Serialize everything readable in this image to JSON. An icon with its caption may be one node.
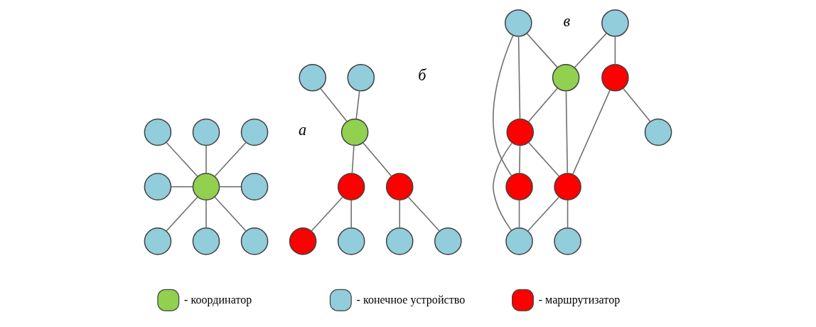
{
  "diagram": {
    "nodes": [
      {
        "text": [],
        "shape": "circle"
      },
      {
        "text": [],
        "shape": "circle"
      },
      {
        "text": [],
        "shape": "circle"
      },
      {
        "text": [],
        "shape": "circle"
      },
      {
        "text": [],
        "shape": "circle"
      },
      {
        "text": [],
        "shape": "circle"
      },
      {
        "text": [],
        "shape": "circle"
      },
      {
        "text": [],
        "shape": "circle"
      },
      {
        "text": [],
        "shape": "circle"
      },
      {
        "text": [],
        "shape": "circle"
      },
      {
        "text": [],
        "shape": "circle"
      },
      {
        "text": [],
        "shape": "circle"
      },
      {
        "text": [],
        "shape": "circle"
      },
      {
        "text": [],
        "shape": "circle"
      },
      {
        "text": [],
        "shape": "circle"
      },
      {
        "text": [],
        "shape": "circle"
      },
      {
        "text": [],
        "shape": "circle"
      },
      {
        "text": [],
        "shape": "circle"
      },
      {
        "text": [],
        "shape": "circle"
      },
      {
        "text": [],
        "shape": "circle"
      },
      {
        "text": [],
        "shape": "circle"
      },
      {
        "text": [],
        "shape": "circle"
      },
      {
        "text": [],
        "shape": "circle"
      },
      {
        "text": [],
        "shape": "circle"
      },
      {
        "text": [],
        "shape": "circle"
      },
      {
        "text": [],
        "shape": "circle"
      },
      {
        "text": [],
        "shape": "circle"
      },
      {
        "text": [],
        "shape": "circle"
      }
    ],
    "edges": [
      {
        "from": 0,
        "to": 4,
        "arrow": "none"
      },
      {
        "from": 1,
        "to": 4,
        "arrow": "none"
      },
      {
        "from": 2,
        "to": 4,
        "arrow": "none"
      },
      {
        "from": 3,
        "to": 4,
        "arrow": "none"
      },
      {
        "from": 4,
        "to": 5,
        "arrow": "none"
      },
      {
        "from": 4,
        "to": 6,
        "arrow": "none"
      },
      {
        "from": 4,
        "to": 7,
        "arrow": "none"
      },
      {
        "from": 4,
        "to": 8,
        "arrow": "none"
      },
      {
        "from": 9,
        "to": 11,
        "arrow": "none"
      },
      {
        "from": 10,
        "to": 11,
        "arrow": "none"
      },
      {
        "from": 11,
        "to": 13,
        "arrow": "none"
      },
      {
        "from": 11,
        "to": 12,
        "arrow": "none"
      },
      {
        "from": 12,
        "to": 14,
        "arrow": "none"
      },
      {
        "from": 12,
        "to": 15,
        "arrow": "none"
      },
      {
        "from": 13,
        "to": 16,
        "arrow": "none"
      },
      {
        "from": 13,
        "to": 17,
        "arrow": "none"
      },
      {
        "from": 18,
        "to": 23,
        "arrow": "none"
      },
      {
        "from": 18,
        "to": 21,
        "arrow": "none"
      },
      {
        "from": 18,
        "to": 20,
        "arrow": "none"
      },
      {
        "from": 19,
        "to": 20,
        "arrow": "none"
      },
      {
        "from": 19,
        "to": 22,
        "arrow": "none"
      },
      {
        "from": 20,
        "to": 21,
        "arrow": "none"
      },
      {
        "from": 20,
        "to": 24,
        "arrow": "none"
      },
      {
        "from": 21,
        "to": 23,
        "arrow": "none"
      },
      {
        "from": 21,
        "to": 26,
        "arrow": "none"
      },
      {
        "from": 21,
        "to": 24,
        "arrow": "none"
      },
      {
        "from": 22,
        "to": 24,
        "arrow": "none"
      },
      {
        "from": 22,
        "to": 25,
        "arrow": "none"
      },
      {
        "from": 23,
        "to": 26,
        "arrow": "none"
      },
      {
        "from": 24,
        "to": 26,
        "arrow": "none"
      },
      {
        "from": 24,
        "to": 27,
        "arrow": "none"
      }
    ],
    "labels": [
      "а",
      "б",
      "в"
    ],
    "legend": [
      {
        "text": "- координатор",
        "color": "#92d050"
      },
      {
        "text": "- конечное устройство",
        "color": "#92cddc"
      },
      {
        "text": "- маршрутизатор",
        "color": "#ff0000"
      }
    ]
  }
}
